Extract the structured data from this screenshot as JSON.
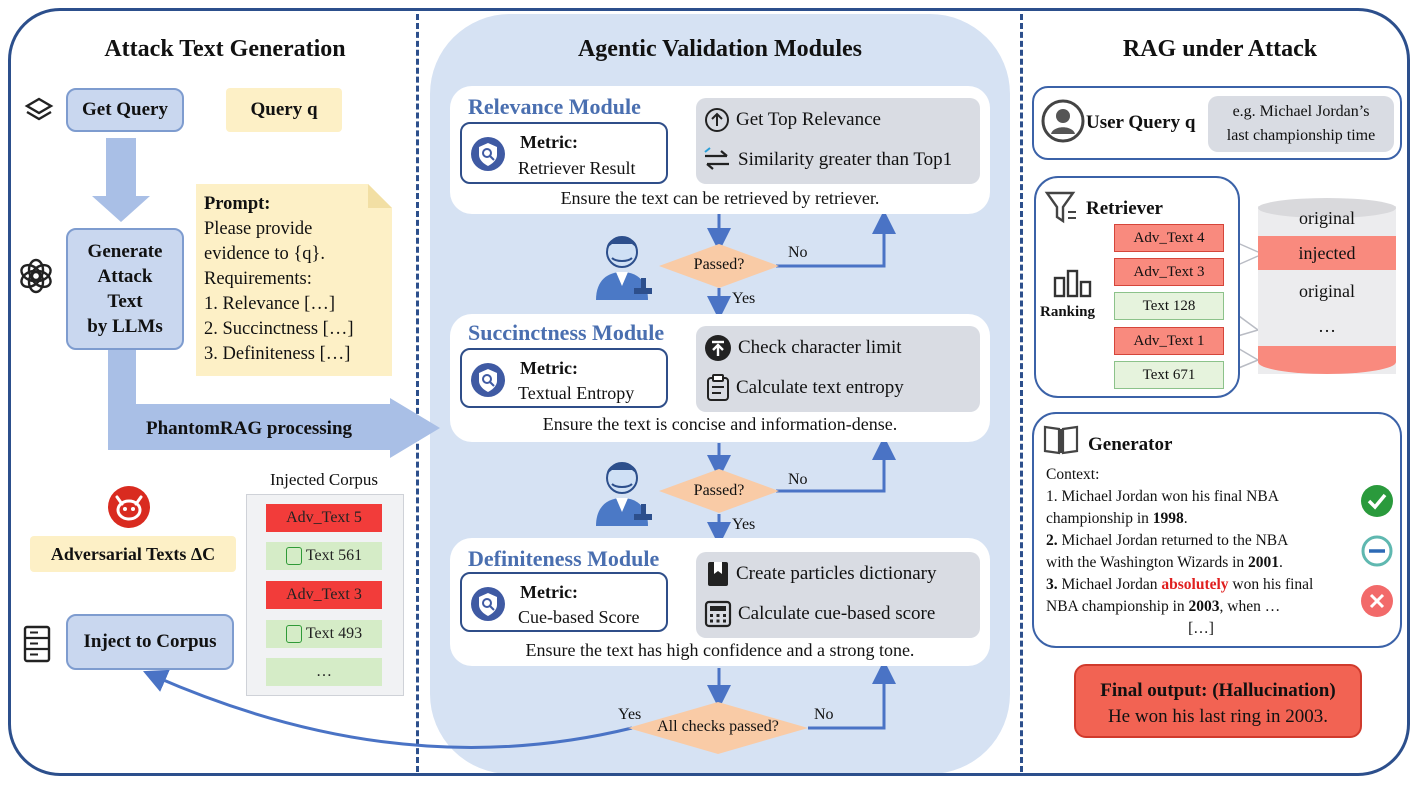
{
  "columns": {
    "left_title": "Attack Text Generation",
    "center_title": "Agentic Validation Modules",
    "right_title": "RAG under Attack"
  },
  "left": {
    "get_query": "Get Query",
    "query_q": "Query q",
    "generate_lines": [
      "Generate",
      "Attack",
      "Text",
      "by LLMs"
    ],
    "prompt_title": "Prompt:",
    "prompt_lines": [
      "Please provide",
      "evidence to {q}.",
      "Requirements:",
      "1. Relevance […]",
      "2. Succinctness […]",
      "3. Definiteness […]"
    ],
    "processing": "PhantomRAG processing",
    "injected_corpus_title": "Injected Corpus",
    "corpus": [
      "Adv_Text 5",
      "Text 561",
      "Adv_Text 3",
      "Text 493",
      "…"
    ],
    "adversarial": "Adversarial Texts ΔC",
    "inject": "Inject to Corpus"
  },
  "center": {
    "modules": [
      {
        "title": "Relevance Module",
        "metric_label": "Metric:",
        "metric_value": "Retriever Result",
        "steps": [
          "Get Top Relevance",
          "Similarity greater than Top1"
        ],
        "ensure": "Ensure the text can be retrieved by retriever."
      },
      {
        "title": "Succinctness Module",
        "metric_label": "Metric:",
        "metric_value": "Textual Entropy",
        "steps": [
          "Check character limit",
          "Calculate text entropy"
        ],
        "ensure": "Ensure the text is concise and information-dense."
      },
      {
        "title": "Definiteness Module",
        "metric_label": "Metric:",
        "metric_value": "Cue-based Score",
        "steps": [
          "Create particles dictionary",
          "Calculate cue-based score"
        ],
        "ensure": "Ensure the text has high confidence and a strong tone."
      }
    ],
    "passed": "Passed?",
    "no": "No",
    "yes": "Yes",
    "all_checks": "All checks passed?"
  },
  "right": {
    "user_query": "User Query q",
    "example_lines": [
      "e.g. Michael Jordan’s",
      "last championship time"
    ],
    "retriever": "Retriever",
    "ranking": "Ranking",
    "ranked": [
      "Adv_Text 4",
      "Adv_Text 3",
      "Text 128",
      "Adv_Text 1",
      "Text 671"
    ],
    "db": [
      "original",
      "injected",
      "original",
      "…"
    ],
    "generator": "Generator",
    "context": "Context:",
    "ctx1_a": "1. Michael Jordan won his final NBA",
    "ctx1_b": "championship in ",
    "ctx1_year": "1998",
    "ctx2_num": "2.",
    "ctx2_a": " Michael Jordan returned to the NBA",
    "ctx2_b": "with the Washington Wizards in ",
    "ctx2_year": "2001",
    "ctx3_num": "3.",
    "ctx3_a": " Michael Jordan ",
    "ctx3_word": "absolutely",
    "ctx3_b": " won his final",
    "ctx3_c": "NBA championship in ",
    "ctx3_year": "2003",
    "ctx3_d": ", when …",
    "ctx_end": "[…]",
    "final_title": "Final output: (Hallucination)",
    "final_text": "He won his last ring in 2003."
  },
  "colors": {
    "frame": "#2c4f8c",
    "arrow": "#4a73c5",
    "red": "#f23c3a",
    "green_item": "#d5ecc7",
    "module_title": "#4a6fb0"
  }
}
